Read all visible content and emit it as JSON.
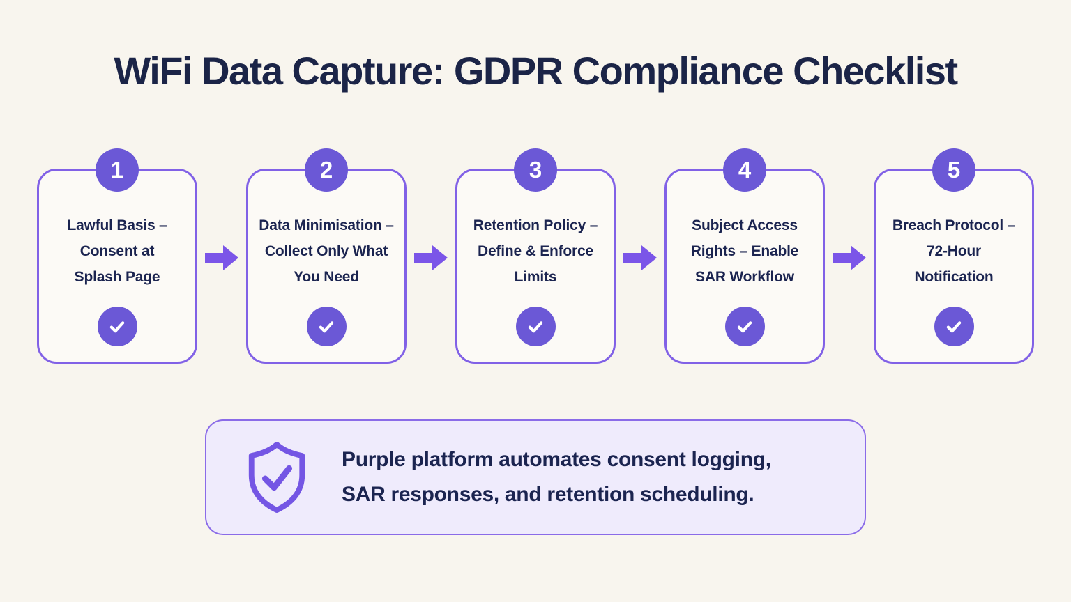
{
  "title": "WiFi Data Capture: GDPR Compliance Checklist",
  "steps": [
    {
      "number": "1",
      "label": "Lawful Basis –\nConsent at\nSplash Page",
      "status_icon": "check-icon"
    },
    {
      "number": "2",
      "label": "Data Minimisation –\nCollect Only What\nYou Need",
      "status_icon": "check-icon"
    },
    {
      "number": "3",
      "label": "Retention Policy –\nDefine & Enforce\nLimits",
      "status_icon": "check-icon"
    },
    {
      "number": "4",
      "label": "Subject Access\nRights – Enable\nSAR Workflow",
      "status_icon": "check-icon"
    },
    {
      "number": "5",
      "label": "Breach Protocol –\n72-Hour\nNotification",
      "status_icon": "check-icon"
    }
  ],
  "connector_icon": "arrow-right-icon",
  "callout": {
    "icon": "shield-check-icon",
    "text": "Purple platform automates consent logging,\nSAR responses, and retention scheduling."
  },
  "colors": {
    "background": "#F8F5EE",
    "card_background": "#FCFAF6",
    "card_border": "#8161E6",
    "accent_purple": "#6B58D6",
    "arrow_purple": "#7B55E8",
    "text_navy": "#1B2450",
    "callout_background": "#EFEBFC",
    "callout_border": "#8A6BE8"
  }
}
